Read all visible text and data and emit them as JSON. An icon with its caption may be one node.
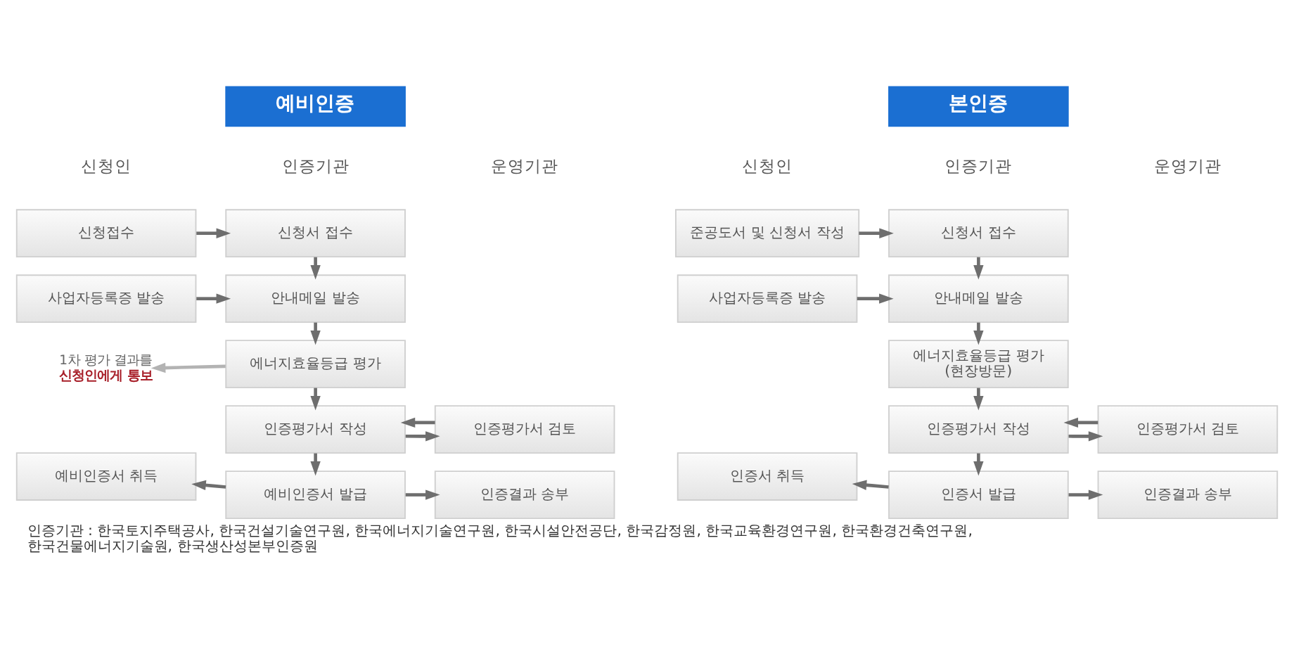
{
  "diagram": {
    "caption": "인증기관 : 한국토지주택공사, 한국건설기술연구원, 한국에너지기술연구원, 한국시설안전공단, 한국감정원, 한국교육환경연구원, 한국환경건축연구원, 한국건물에너지기술원, 한국생산성본부인증원",
    "nodes": [
      {
        "text": [
          "예비인증"
        ]
      },
      {
        "text": [
          "신청접수"
        ]
      },
      {
        "text": [
          "신청서 접수"
        ]
      },
      {
        "text": [
          "사업자등록증 발송"
        ]
      },
      {
        "text": [
          "안내메일 발송"
        ]
      },
      {
        "text": [
          "1차 평가 결과를",
          "신청인에게 통보"
        ]
      },
      {
        "text": [
          "에너지효율등급 평가"
        ]
      },
      {
        "text": [
          "인증평가서 작성"
        ]
      },
      {
        "text": [
          "인증평가서 검토"
        ]
      },
      {
        "text": [
          "예비인증서 취득"
        ]
      },
      {
        "text": [
          "예비인증서 발급"
        ]
      },
      {
        "text": [
          "인증결과 송부"
        ]
      },
      {
        "text": [
          "본인증"
        ]
      },
      {
        "text": [
          "준공도서 및 신청서 작성"
        ]
      },
      {
        "text": [
          "신청서 접수"
        ]
      },
      {
        "text": [
          "사업자등록증 발송"
        ]
      },
      {
        "text": [
          "안내메일 발송"
        ]
      },
      {
        "text": [
          "에너지효율등급 평가 (현장방문)"
        ]
      },
      {
        "text": [
          "인증평가서 작성"
        ]
      },
      {
        "text": [
          "인증평가서 검토"
        ]
      },
      {
        "text": [
          "인증서 취득"
        ]
      },
      {
        "text": [
          "인증서 발급"
        ]
      },
      {
        "text": [
          "인증결과 송부"
        ]
      }
    ],
    "edges": [
      {
        "from": 1,
        "to": 2,
        "arrow": "to"
      },
      {
        "from": 2,
        "to": 4,
        "arrow": "to"
      },
      {
        "from": 3,
        "to": 4,
        "arrow": "to"
      },
      {
        "from": 4,
        "to": 6,
        "arrow": "to"
      },
      {
        "from": 6,
        "to": 5,
        "arrow": "to",
        "color": "#b3b3b3"
      },
      {
        "from": 6,
        "to": 7,
        "arrow": "to"
      },
      {
        "from": 7,
        "to": 8,
        "arrow": "to"
      },
      {
        "from": 8,
        "to": 7,
        "arrow": "to"
      },
      {
        "from": 7,
        "to": 10,
        "arrow": "to"
      },
      {
        "from": 10,
        "to": 9,
        "arrow": "to"
      },
      {
        "from": 10,
        "to": 11,
        "arrow": "to"
      },
      {
        "from": 13,
        "to": 14,
        "arrow": "to"
      },
      {
        "from": 14,
        "to": 16,
        "arrow": "to"
      },
      {
        "from": 15,
        "to": 16,
        "arrow": "to"
      },
      {
        "from": 16,
        "to": 17,
        "arrow": "to"
      },
      {
        "from": 17,
        "to": 18,
        "arrow": "to"
      },
      {
        "from": 18,
        "to": 19,
        "arrow": "to"
      },
      {
        "from": 19,
        "to": 18,
        "arrow": "to"
      },
      {
        "from": 18,
        "to": 21,
        "arrow": "to"
      },
      {
        "from": 21,
        "to": 20,
        "arrow": "to"
      },
      {
        "from": 21,
        "to": 22,
        "arrow": "to"
      }
    ],
    "labels": [
      "신청인",
      "인증기관",
      "운영기관",
      "신청인",
      "인증기관",
      "운영기관"
    ]
  }
}
